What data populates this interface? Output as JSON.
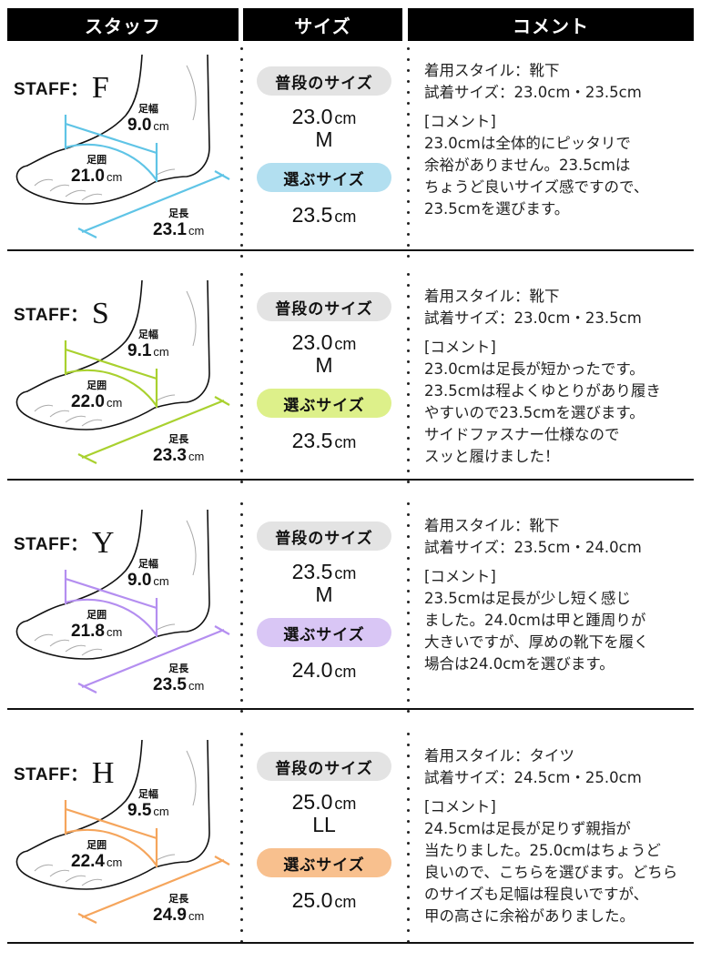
{
  "header": {
    "col_staff": "スタッフ",
    "col_size": "サイズ",
    "col_comment": "コメント"
  },
  "labels": {
    "staff_prefix": "STAFF：",
    "width_label": "足幅",
    "girth_label": "足囲",
    "length_label": "足長",
    "unit": "cm",
    "usual_size": "普段のサイズ",
    "chosen_size": "選ぶサイズ",
    "comment_heading": "[コメント]"
  },
  "staff": [
    {
      "initial": "F",
      "color": "#5fc4e6",
      "pill_color": "#b2dff0",
      "foot_width": "9.0",
      "foot_girth": "21.0",
      "foot_length": "23.1",
      "usual_size_cm": "23.0",
      "usual_size_letter": "M",
      "chosen_size_cm": "23.5",
      "style_line": "着用スタイル：靴下",
      "tried_line": "試着サイズ：23.0cm・23.5cm",
      "comment_lines": [
        "23.0cmは全体的にピッタリで",
        "余裕がありません。23.5cmは",
        "ちょうど良いサイズ感ですので、",
        "23.5cmを選びます。"
      ]
    },
    {
      "initial": "S",
      "color": "#a9d12f",
      "pill_color": "#ddf08a",
      "foot_width": "9.1",
      "foot_girth": "22.0",
      "foot_length": "23.3",
      "usual_size_cm": "23.0",
      "usual_size_letter": "M",
      "chosen_size_cm": "23.5",
      "style_line": "着用スタイル：靴下",
      "tried_line": "試着サイズ：23.0cm・23.5cm",
      "comment_lines": [
        "23.0cmは足長が短かったです。",
        "23.5cmは程よくゆとりがあり履き",
        "やすいので23.5cmを選びます。",
        "サイドファスナー仕様なので",
        "スッと履けました！"
      ]
    },
    {
      "initial": "Y",
      "color": "#b48ef0",
      "pill_color": "#d9c6f5",
      "foot_width": "9.0",
      "foot_girth": "21.8",
      "foot_length": "23.5",
      "usual_size_cm": "23.5",
      "usual_size_letter": "M",
      "chosen_size_cm": "24.0",
      "style_line": "着用スタイル：靴下",
      "tried_line": "試着サイズ：23.5cm・24.0cm",
      "comment_lines": [
        "23.5cmは足長が少し短く感じ",
        "ました。24.0cmは甲と踵周りが",
        "大きいですが、厚めの靴下を履く",
        "場合は24.0cmを選びます。"
      ]
    },
    {
      "initial": "H",
      "color": "#f5a55c",
      "pill_color": "#f8c08e",
      "foot_width": "9.5",
      "foot_girth": "22.4",
      "foot_length": "24.9",
      "usual_size_cm": "25.0",
      "usual_size_letter": "LL",
      "chosen_size_cm": "25.0",
      "style_line": "着用スタイル：タイツ",
      "tried_line": "試着サイズ：24.5cm・25.0cm",
      "comment_lines": [
        "24.5cmは足長が足りず親指が",
        "当たりました。25.0cmはちょうど",
        "良いので、こちらを選びます。どちら",
        "のサイズも足幅は程良いですが、",
        "甲の高さに余裕がありました。"
      ]
    }
  ]
}
